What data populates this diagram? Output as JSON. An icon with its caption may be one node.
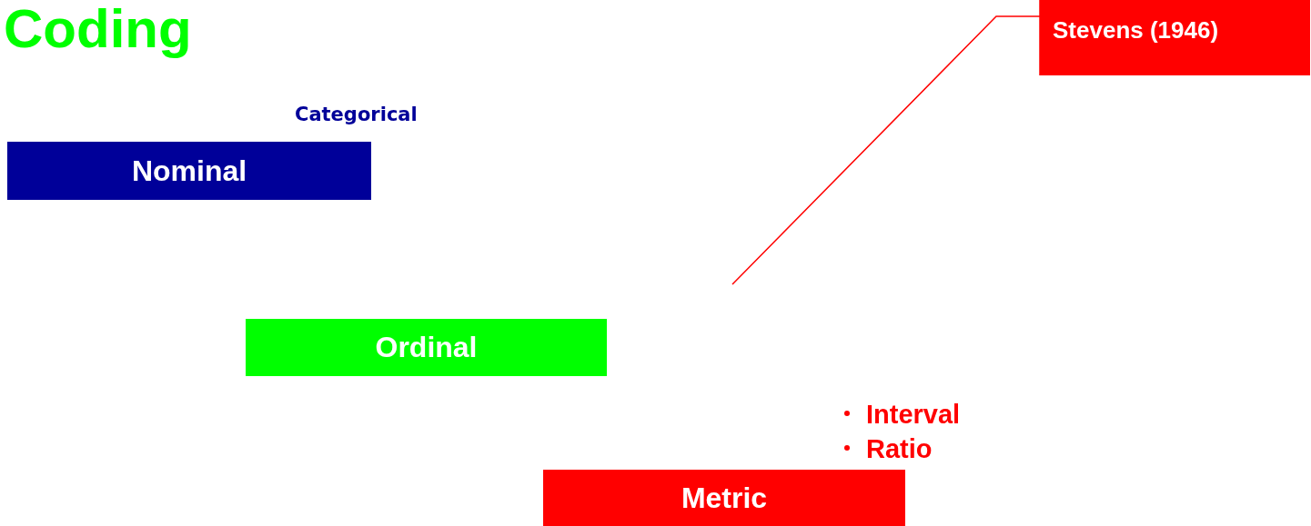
{
  "diagram": {
    "title": "Coding",
    "nodes": [
      {
        "text": [
          "Nominal"
        ],
        "beside": [
          "Categorical"
        ]
      },
      {
        "text": [
          "Ordinal"
        ]
      },
      {
        "text": [
          "Metric"
        ],
        "beside": [
          "Interval",
          "Ratio"
        ]
      },
      {
        "text": [
          "Stevens (1946)"
        ]
      }
    ],
    "edges": [
      {
        "from": null,
        "to": 3,
        "arrow": "other",
        "color": "#ff0000"
      }
    ]
  }
}
